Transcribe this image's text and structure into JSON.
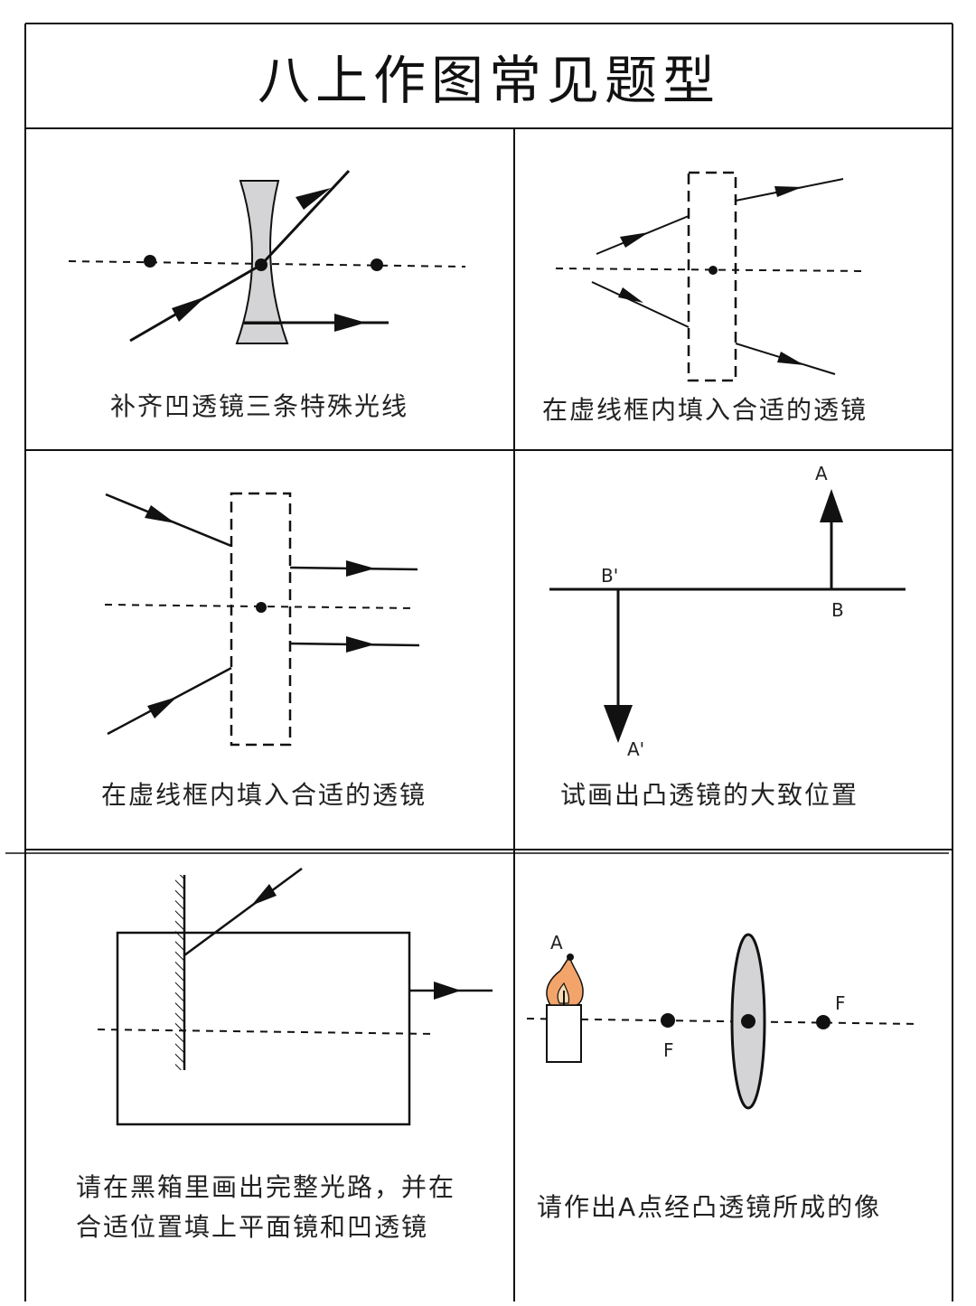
{
  "title": "八上作图常见题型",
  "panels": [
    {
      "id": "p1",
      "caption": "补齐凹透镜三条特殊光线"
    },
    {
      "id": "p2",
      "caption": "在虚线框内填入合适的透镜"
    },
    {
      "id": "p3",
      "caption": "在虚线框内填入合适的透镜"
    },
    {
      "id": "p4",
      "caption": "试画出凸透镜的大致位置",
      "labels": {
        "A": "A",
        "B": "B",
        "B_prime": "B'",
        "A_prime": "A'"
      }
    },
    {
      "id": "p5",
      "caption_line1": "请在黑箱里画出完整光路，并在",
      "caption_line2": "合适位置填上平面镜和凹透镜"
    },
    {
      "id": "p6",
      "caption": "请作出A点经凸透镜所成的像",
      "labels": {
        "A": "A",
        "F_left": "F",
        "F_right": "F"
      }
    }
  ],
  "colors": {
    "line": "#111111",
    "lens_fill": "#d4d4d6",
    "flame": "#f2a46a",
    "flame_core": "#f8d9b3"
  }
}
